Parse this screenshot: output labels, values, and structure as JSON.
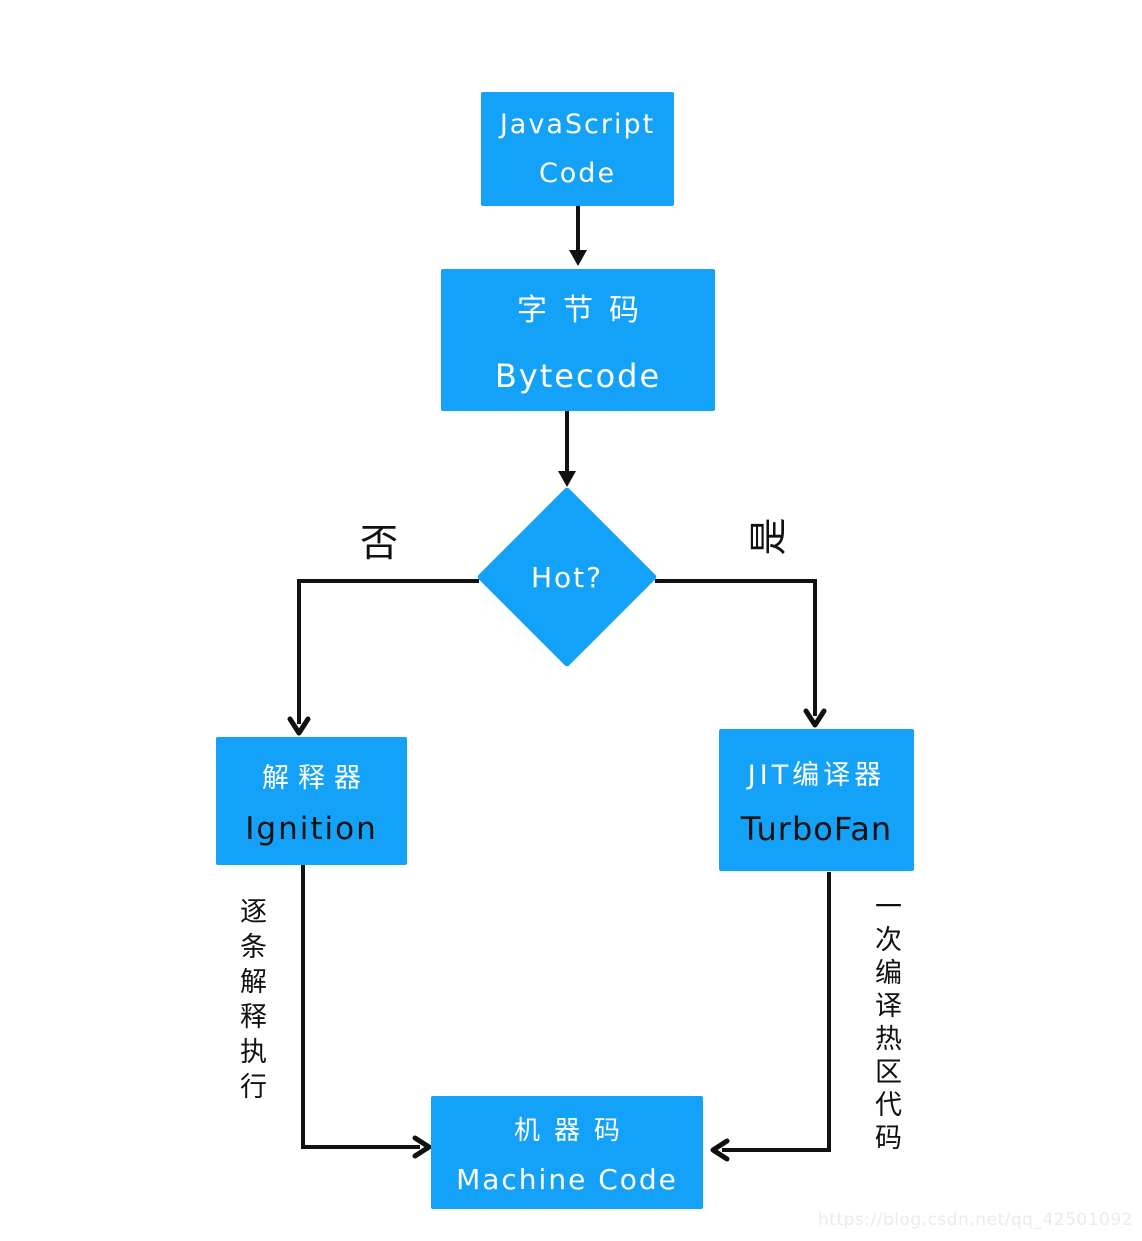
{
  "colors": {
    "node_fill": "#14a1f8",
    "node_text_light": "#ffffff",
    "node_text_dark": "#111111",
    "connector_color": "#111111",
    "watermark_color": "#eaeaea",
    "background": "#ffffff"
  },
  "flowchart": {
    "nodes": {
      "js_code": {
        "lines": [
          "JavaScript",
          "Code"
        ]
      },
      "bytecode": {
        "lines": [
          "字节码",
          "Bytecode"
        ]
      },
      "hot": {
        "label": "Hot?"
      },
      "interpreter": {
        "lines": [
          "解释器",
          "Ignition"
        ]
      },
      "jit": {
        "lines": [
          "JIT编译器",
          "TurboFan"
        ]
      },
      "machine_code": {
        "lines": [
          "机器码",
          "Machine Code"
        ]
      }
    },
    "edge_labels": {
      "no": "否",
      "yes": "是"
    },
    "notes": {
      "interpreter_note": "逐条解释执行",
      "jit_note": "一次编译热区代码"
    },
    "edges": [
      {
        "from": "js_code",
        "to": "bytecode"
      },
      {
        "from": "bytecode",
        "to": "hot"
      },
      {
        "from": "hot",
        "to": "interpreter",
        "label": "否"
      },
      {
        "from": "hot",
        "to": "jit",
        "label": "是"
      },
      {
        "from": "interpreter",
        "to": "machine_code",
        "note": "逐条解释执行"
      },
      {
        "from": "jit",
        "to": "machine_code",
        "note": "一次编译热区代码"
      }
    ]
  },
  "watermark": {
    "text": "https://blog.csdn.net/qq_42501092"
  }
}
